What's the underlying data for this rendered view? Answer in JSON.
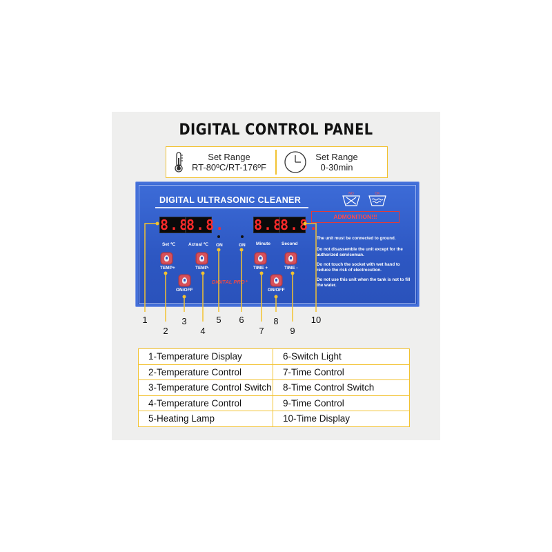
{
  "title": "DIGITAL CONTROL PANEL",
  "temp_range": {
    "label": "Set Range",
    "value": "RT-80ºC/RT-176ºF",
    "icon": "thermometer-icon"
  },
  "time_range": {
    "label": "Set Range",
    "value": "0-30min",
    "icon": "clock-icon"
  },
  "panel": {
    "title": "DIGITAL ULTRASONIC CLEANER",
    "admonition": "ADMONITION!!!",
    "temp_display": [
      "8.8.",
      "8.8."
    ],
    "time_display": [
      "8.8.",
      "8.8."
    ],
    "labels": {
      "set": "Set ℃",
      "actual": "Actual ℃",
      "on1": "ON",
      "on2": "ON",
      "minute": "Minute",
      "second": "Second",
      "temp_plus": "TEMP+",
      "temp_minus": "TEMP-",
      "onoff1": "ON/OFF",
      "time_plus": "TIME +",
      "time_minus": "TIME -",
      "onoff2": "ON/OFF",
      "brand": "DIGITAL PRO⁺"
    },
    "warnings": [
      "The unit must be connected to ground.",
      "Do not disassemble the unit except for the authorized serviceman.",
      "Do not touch the socket with wet hand to reduce the risk of electrocution.",
      "Do not use this unit when the tank is not to fill the water."
    ],
    "wash_icons": [
      "no-wash-icon",
      "wash-icon"
    ]
  },
  "callout_numbers": [
    "1",
    "2",
    "3",
    "4",
    "5",
    "6",
    "7",
    "8",
    "9",
    "10"
  ],
  "legend": [
    [
      "1-Temperature Display",
      "6-Switch Light"
    ],
    [
      "2-Temperature Control",
      "7-Time Control"
    ],
    [
      "3-Temperature Control Switch",
      "8-Time Control Switch"
    ],
    [
      "4-Temperature Control",
      "9-Time Control"
    ],
    [
      "5-Heating Lamp",
      "10-Time Display"
    ]
  ],
  "colors": {
    "accent": "#f2c230",
    "panel": "#2d57c2",
    "display": "#ff2a2a"
  }
}
